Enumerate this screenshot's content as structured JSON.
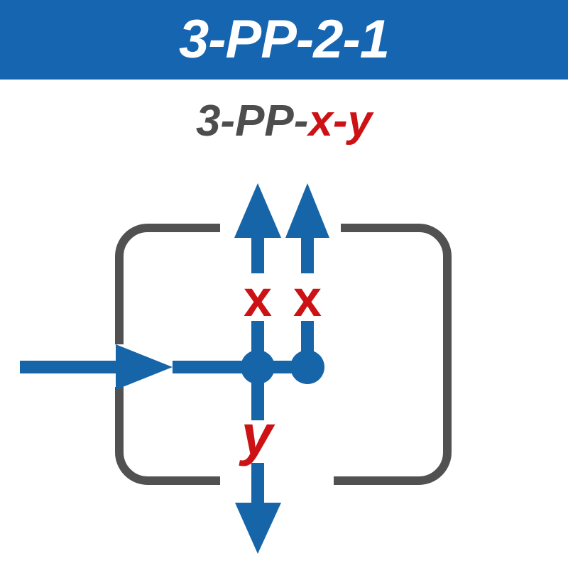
{
  "banner": {
    "title": "3-PP-2-1",
    "background_color": "#1565b0",
    "text_color": "#ffffff"
  },
  "subtitle": {
    "prefix": "3-PP-",
    "variables": "x-y",
    "prefix_color": "#4d4d4d",
    "variables_color": "#cc1214"
  },
  "diagram": {
    "title": "hydraulic-valve-symbol-3-PP-2-1",
    "colors": {
      "flow_blue": "#1565a8",
      "body_gray": "#515151",
      "label_red": "#cc1214",
      "background": "#ffffff"
    },
    "enclosure": {
      "shape": "rounded-rectangle",
      "stroke_width": 12,
      "corner_radius": 40,
      "gaps": [
        "left-edge",
        "top-edge",
        "bottom-edge"
      ]
    },
    "ports": [
      {
        "id": "input",
        "label": "",
        "direction": "right",
        "side": "left",
        "type": "arrow-in"
      },
      {
        "id": "x-left",
        "label": "x",
        "direction": "up",
        "side": "top",
        "type": "arrow-out"
      },
      {
        "id": "x-right",
        "label": "x",
        "direction": "up",
        "side": "top",
        "type": "arrow-out"
      },
      {
        "id": "y",
        "label": "y",
        "direction": "down",
        "side": "bottom",
        "type": "arrow-out"
      }
    ],
    "labels": {
      "x_left": "x",
      "x_right": "x",
      "y": "y"
    },
    "junctions": [
      {
        "id": "node-left",
        "filled": true
      },
      {
        "id": "node-right",
        "filled": true
      }
    ]
  }
}
